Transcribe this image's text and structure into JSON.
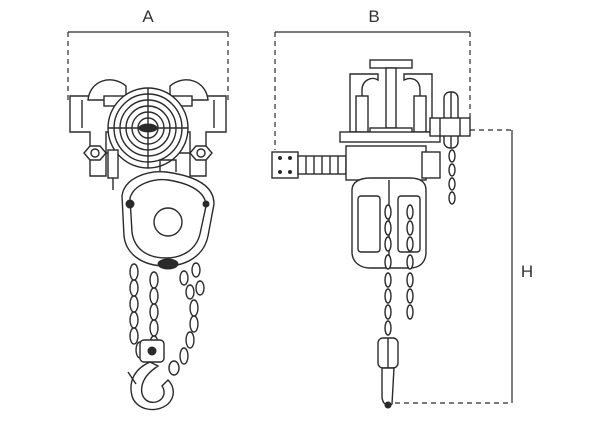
{
  "dimensions": {
    "width_label": "A",
    "depth_label": "B",
    "height_label": "H"
  },
  "views": [
    {
      "name": "front-view"
    },
    {
      "name": "side-view"
    }
  ],
  "colors": {
    "ink": "#2a2a2a",
    "background": "#ffffff"
  }
}
